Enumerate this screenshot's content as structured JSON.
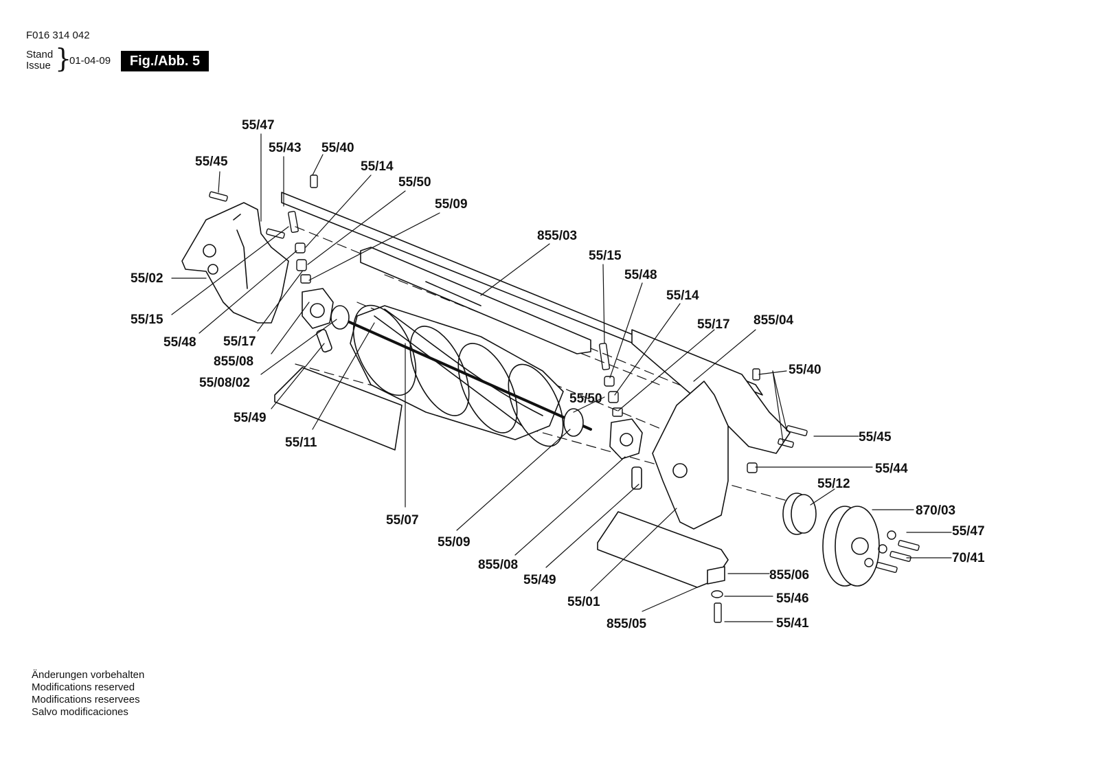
{
  "header": {
    "doc_number": "F016 314 042",
    "stand_label": "Stand",
    "issue_label": "Issue",
    "issue_date": "01-04-09",
    "figure_title": "Fig./Abb. 5"
  },
  "part_labels": {
    "l_5547_top": "55/47",
    "l_5543": "55/43",
    "l_5540_top": "55/40",
    "l_5545_top": "55/45",
    "l_5514_top": "55/14",
    "l_5550_top": "55/50",
    "l_5509_top": "55/09",
    "l_85503": "855/03",
    "l_5502": "55/02",
    "l_5515_left": "55/15",
    "l_5548_left": "55/48",
    "l_5517_left": "55/17",
    "l_85508_left": "855/08",
    "l_550802": "55/08/02",
    "l_5549_left": "55/49",
    "l_5511": "55/11",
    "l_5515_mid": "55/15",
    "l_5548_mid": "55/48",
    "l_5514_mid": "55/14",
    "l_5517_mid": "55/17",
    "l_85504": "855/04",
    "l_5540_right": "55/40",
    "l_5550_mid": "55/50",
    "l_5545_right": "55/45",
    "l_5544": "55/44",
    "l_5512": "55/12",
    "l_87003": "870/03",
    "l_5547_right": "55/47",
    "l_7041": "70/41",
    "l_5507": "55/07",
    "l_5509_bottom": "55/09",
    "l_85508_bottom": "855/08",
    "l_5549_bottom": "55/49",
    "l_5501": "55/01",
    "l_85505": "855/05",
    "l_85506": "855/06",
    "l_5546": "55/46",
    "l_5541": "55/41"
  },
  "notes": [
    "Änderungen vorbehalten",
    "Modifications reserved",
    "Modifications reservees",
    "Salvo modificaciones"
  ]
}
